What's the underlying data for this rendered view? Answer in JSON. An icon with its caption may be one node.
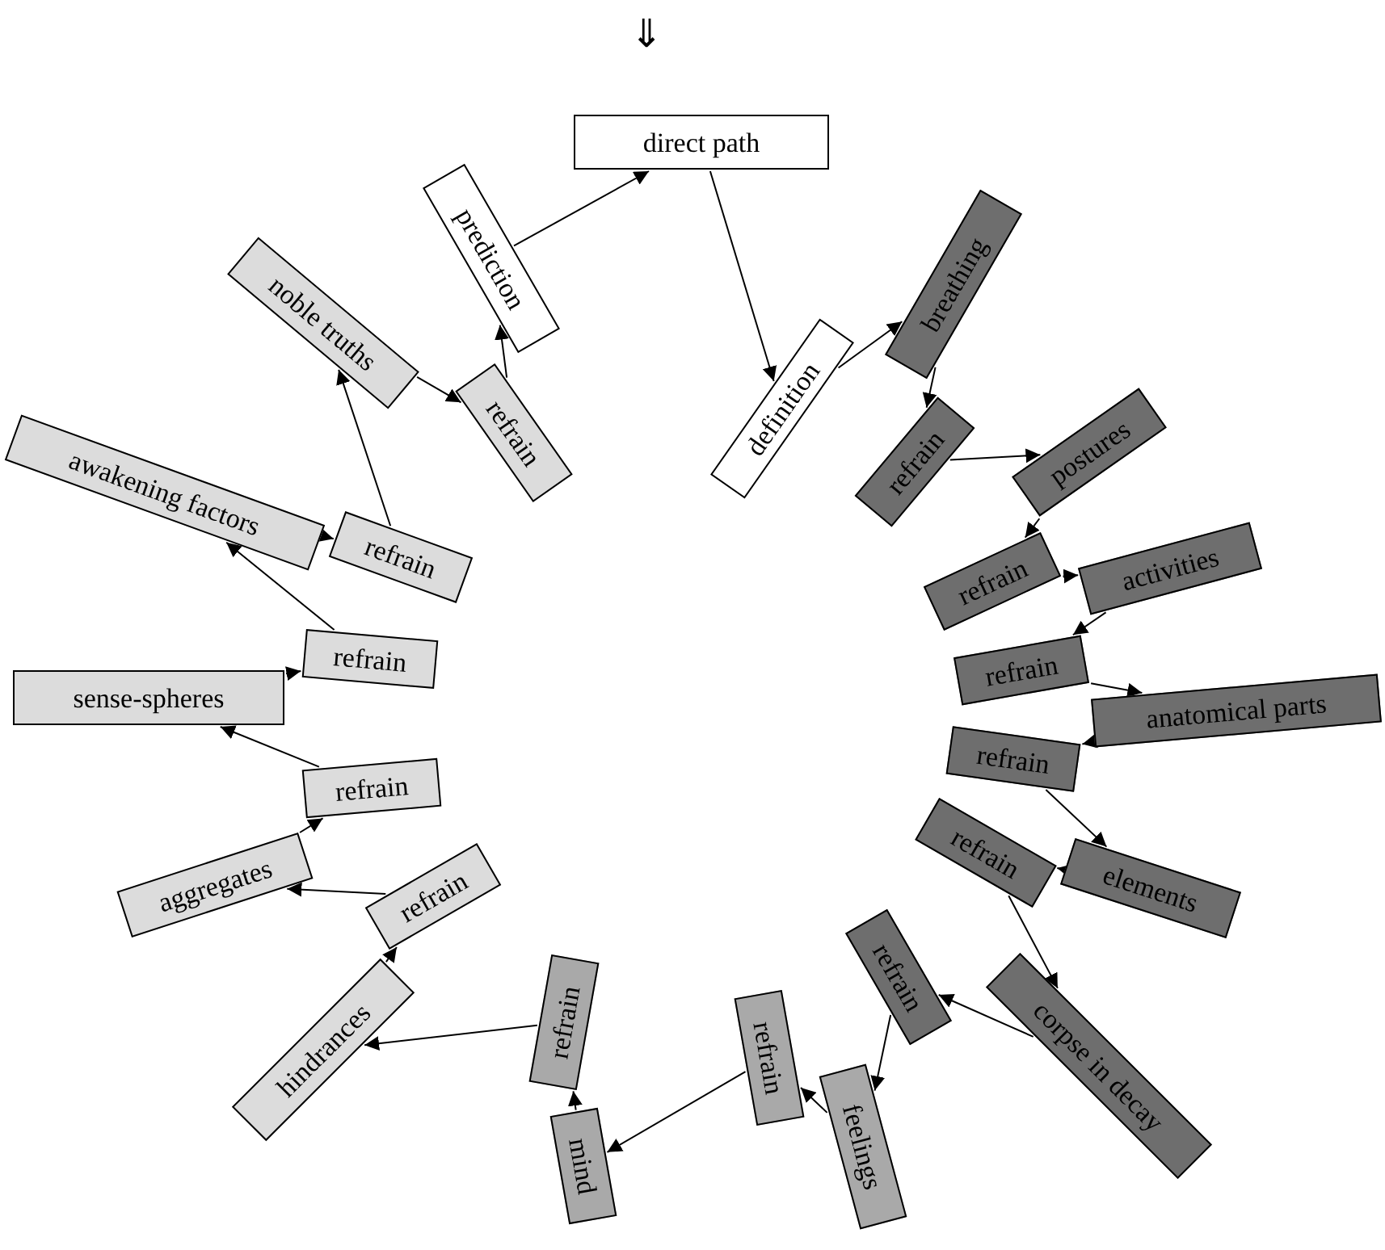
{
  "diagram": {
    "nodes": [
      {
        "text": [
          "direct path"
        ]
      },
      {
        "text": [
          "definition"
        ]
      },
      {
        "text": [
          "breathing"
        ]
      },
      {
        "text": [
          "refrain"
        ]
      },
      {
        "text": [
          "postures"
        ]
      },
      {
        "text": [
          "refrain"
        ]
      },
      {
        "text": [
          "activities"
        ]
      },
      {
        "text": [
          "refrain"
        ]
      },
      {
        "text": [
          "anatomical parts"
        ]
      },
      {
        "text": [
          "refrain"
        ]
      },
      {
        "text": [
          "elements"
        ]
      },
      {
        "text": [
          "refrain"
        ]
      },
      {
        "text": [
          "corpse in decay"
        ]
      },
      {
        "text": [
          "refrain"
        ]
      },
      {
        "text": [
          "feelings"
        ]
      },
      {
        "text": [
          "refrain"
        ]
      },
      {
        "text": [
          "mind"
        ]
      },
      {
        "text": [
          "refrain"
        ]
      },
      {
        "text": [
          "hindrances"
        ]
      },
      {
        "text": [
          "refrain"
        ]
      },
      {
        "text": [
          "aggregates"
        ]
      },
      {
        "text": [
          "refrain"
        ]
      },
      {
        "text": [
          "sense-spheres"
        ]
      },
      {
        "text": [
          "refrain"
        ]
      },
      {
        "text": [
          "awakening factors"
        ]
      },
      {
        "text": [
          "refrain"
        ]
      },
      {
        "text": [
          "noble truths"
        ]
      },
      {
        "text": [
          "refrain"
        ]
      },
      {
        "text": [
          "prediction"
        ]
      }
    ],
    "edges": [
      {
        "from": 0,
        "to": 1,
        "arrow": "to"
      },
      {
        "from": 1,
        "to": 2,
        "arrow": "to"
      },
      {
        "from": 2,
        "to": 3,
        "arrow": "to"
      },
      {
        "from": 3,
        "to": 4,
        "arrow": "to"
      },
      {
        "from": 4,
        "to": 5,
        "arrow": "to"
      },
      {
        "from": 5,
        "to": 6,
        "arrow": "to"
      },
      {
        "from": 6,
        "to": 7,
        "arrow": "to"
      },
      {
        "from": 7,
        "to": 8,
        "arrow": "to"
      },
      {
        "from": 8,
        "to": 9,
        "arrow": "to"
      },
      {
        "from": 9,
        "to": 10,
        "arrow": "to"
      },
      {
        "from": 10,
        "to": 11,
        "arrow": "to"
      },
      {
        "from": 11,
        "to": 12,
        "arrow": "to"
      },
      {
        "from": 12,
        "to": 13,
        "arrow": "to"
      },
      {
        "from": 13,
        "to": 14,
        "arrow": "to"
      },
      {
        "from": 14,
        "to": 15,
        "arrow": "to"
      },
      {
        "from": 15,
        "to": 16,
        "arrow": "to"
      },
      {
        "from": 16,
        "to": 17,
        "arrow": "to"
      },
      {
        "from": 17,
        "to": 18,
        "arrow": "to"
      },
      {
        "from": 18,
        "to": 19,
        "arrow": "to"
      },
      {
        "from": 19,
        "to": 20,
        "arrow": "to"
      },
      {
        "from": 20,
        "to": 21,
        "arrow": "to"
      },
      {
        "from": 21,
        "to": 22,
        "arrow": "to"
      },
      {
        "from": 22,
        "to": 23,
        "arrow": "to"
      },
      {
        "from": 23,
        "to": 24,
        "arrow": "to"
      },
      {
        "from": 24,
        "to": 25,
        "arrow": "to"
      },
      {
        "from": 25,
        "to": 26,
        "arrow": "to"
      },
      {
        "from": 26,
        "to": 27,
        "arrow": "to"
      },
      {
        "from": 27,
        "to": 28,
        "arrow": "to"
      },
      {
        "from": 28,
        "to": 0,
        "arrow": "to"
      }
    ],
    "labels": [
      "⇓"
    ]
  }
}
